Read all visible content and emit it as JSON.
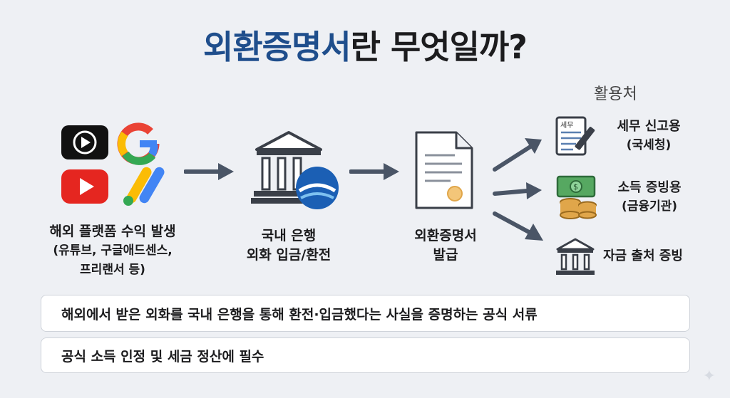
{
  "title": {
    "highlight": "외환증명서",
    "rest": "란 무엇일까?"
  },
  "flow": {
    "step1": {
      "line1": "해외 플랫폼 수익 발생",
      "line2": "(유튜브, 구글애드센스,",
      "line3": "프리랜서 등)"
    },
    "step2": {
      "line1": "국내 은행",
      "line2": "외화 입금/환전"
    },
    "step3": {
      "line1": "외환증명서",
      "line2": "발급"
    }
  },
  "usage": {
    "title": "활용처",
    "items": [
      {
        "line1": "세무 신고용",
        "line2": "(국세청)",
        "icon": "tax-form-icon"
      },
      {
        "line1": "소득 증빙용",
        "line2": "(금융기관)",
        "icon": "money-coins-icon"
      },
      {
        "line1": "자금 출처 증빙",
        "line2": "",
        "icon": "bank-building-icon"
      }
    ],
    "tax_form_text": "세무"
  },
  "notes": [
    "해외에서 받은 외화를 국내 은행을 통해 환전·입금했다는 사실을 증명하는 공식 서류",
    "공식 소득 인정 및 세금 정산에 필수"
  ],
  "colors": {
    "title_accent": "#1f4e8c",
    "arrow": "#4a5566",
    "youtube_red": "#e52620",
    "bank_logo_blue": "#1b5fb4"
  }
}
